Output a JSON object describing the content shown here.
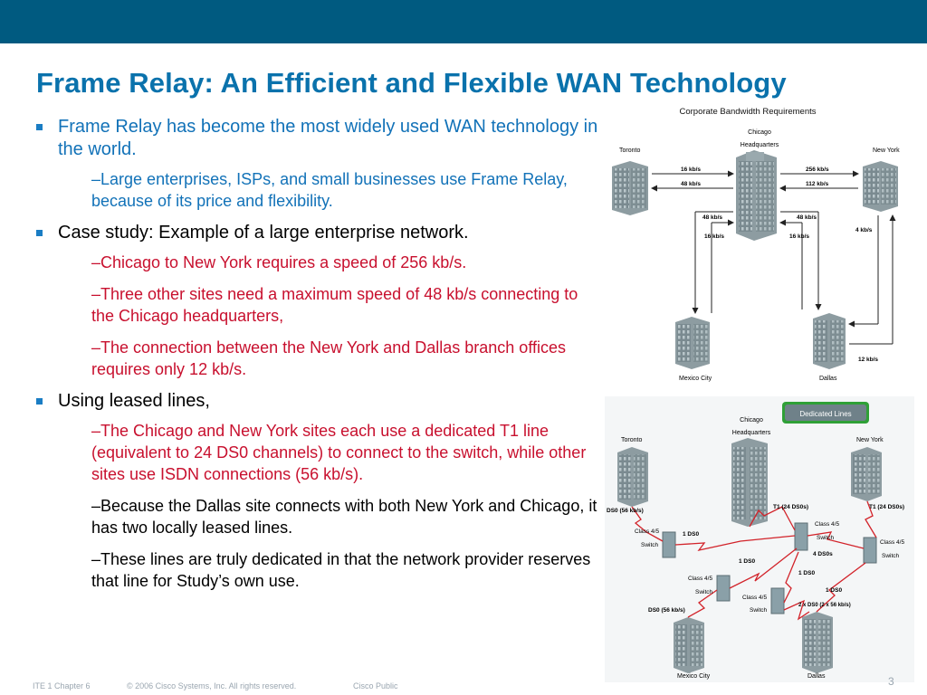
{
  "slide": {
    "title": "Frame Relay: An Efficient and Flexible WAN Technology",
    "bullets": [
      {
        "text": "Frame Relay has become the most widely used WAN technology in the world."
      },
      {
        "text": "Large enterprises, ISPs, and small businesses use Frame Relay, because of its price and flexibility."
      },
      {
        "text": "Case study: Example of a large enterprise network."
      },
      {
        "text": "Chicago to New York requires a speed of 256 kb/s."
      },
      {
        "text": "Three other sites need a maximum speed of 48 kb/s connecting to the Chicago headquarters,"
      },
      {
        "text": "The connection between the New York and Dallas branch offices requires only 12 kb/s."
      },
      {
        "text": "Using leased lines,"
      },
      {
        "text": "The Chicago and New York sites each use a dedicated T1 line (equivalent to 24 DS0 channels) to connect to the switch, while other sites use ISDN connections (56 kb/s)."
      },
      {
        "text": "Because the Dallas site connects with both New York and Chicago, it has two locally leased lines."
      },
      {
        "text": "These lines are truly dedicated in that the network provider reserves that line for Study’s own use."
      }
    ],
    "dash": "–"
  },
  "diagram1": {
    "title": "Corporate Bandwidth Requirements",
    "chicago": "Chicago",
    "headquarters": "Headquarters",
    "toronto": "Toronto",
    "new_york": "New York",
    "mexico_city": "Mexico City",
    "dallas": "Dallas",
    "tor_out": "16 kb/s",
    "tor_in": "48 kb/s",
    "ny_out": "256 kb/s",
    "ny_in": "112 kb/s",
    "mex_up": "48 kb/s",
    "mex_down": "16 kb/s",
    "dal_up": "48 kb/s",
    "dal_down": "16 kb/s",
    "ny_dal_top": "4 kb/s",
    "ny_dal_bottom": "12 kb/s"
  },
  "diagram2": {
    "badge": "Dedicated Lines",
    "chicago": "Chicago",
    "headquarters": "Headquarters",
    "toronto": "Toronto",
    "new_york": "New York",
    "mexico_city": "Mexico City",
    "dallas": "Dallas",
    "ds0_56_a": "DS0 (56 kb/s)",
    "ds0_56_b": "DS0 (56 kb/s)",
    "t1_left": "T1 (24 DS0s)",
    "t1_right": "T1 (24 DS0s)",
    "class45": "Class 4/5",
    "switch": "Switch",
    "one_ds0": "1 DS0",
    "four_ds0s": "4 DS0s",
    "two_ds0": "2 x DS0 (2 x 56 kb/s)"
  },
  "colors": {
    "topbar": "#005a80",
    "title": "#0a72ac",
    "bullet_blue": "#1272b8",
    "bullet_red": "#c8102e",
    "badge": "#6f8189"
  },
  "footer": {
    "course": "ITE 1 Chapter 6",
    "copyright": "© 2006 Cisco Systems, Inc. All rights reserved.",
    "classification": "Cisco Public",
    "page": "3"
  }
}
